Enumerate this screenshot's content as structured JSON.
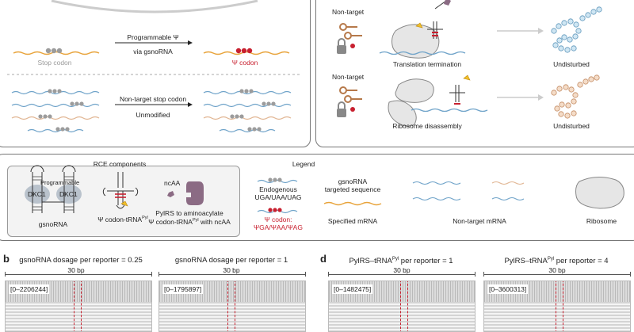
{
  "panel_a": {
    "programmable_label": "Programmable Ψ",
    "via_label": "via gsnoRNA",
    "stop_codon_label": "Stop codon",
    "psi_codon_label": "Ψ codon",
    "nontarget_label": "Non-target stop codon",
    "unmodified_label": "Unmodified"
  },
  "panel_right": {
    "nontarget_top": "Non-target",
    "translation_termination": "Translation termination",
    "undisturbed_top": "Undisturbed",
    "nontarget_bottom": "Non-target",
    "ribosome_disassembly": "Ribosome disassembly",
    "undisturbed_bottom": "Undisturbed"
  },
  "legend": {
    "rce_title": "RCE components",
    "legend_title": "Legend",
    "programmable_small": "Programmable",
    "dkc1_a": "DKC1",
    "dkc1_b": "DKC1",
    "gsnorna_label": "gsnoRNA",
    "psi_trna_label": "Ψ codon-tRNA",
    "psi_trna_sup": "Pyl",
    "ncaa_label": "ncAA",
    "pylrs_line1": "PylRS to aminoacylate",
    "pylrs_line2": "Ψ codon-tRNA",
    "pylrs_sup": "Pyl",
    "pylrs_line2_end": " with ncAA",
    "endog_line1": "Endogenous",
    "endog_line2": "UGA/UAA/UAG",
    "psi_codon_line1": "Ψ codon:",
    "psi_codon_line2": "ΨGA/ΨAA/ΨAG",
    "targeted_line1": "gsnoRNA",
    "targeted_line2": "targeted sequence",
    "specified_mrna": "Specified mRNA",
    "nontarget_mrna": "Non-target mRNA",
    "ribosome": "Ribosome"
  },
  "panel_b": {
    "letter": "b",
    "left_title": "gsnoRNA dosage per reporter = 0.25",
    "right_title": "gsnoRNA dosage per reporter = 1",
    "scale_left": "30 bp",
    "scale_right": "30 bp",
    "range_left": "[0–2206244]",
    "range_right": "[0–1795897]"
  },
  "panel_d": {
    "letter": "d",
    "left_title_pre": "PylRS–tRNA",
    "left_sup": "Pyl",
    "left_title_post": " per reporter = 1",
    "right_title_pre": "PylRS–tRNA",
    "right_sup": "Pyl",
    "right_title_post": " per reporter = 4",
    "scale_left": "30 bp",
    "scale_right": "30 bp",
    "range_left": "[0–1482475]",
    "range_right": "[0–3600313]"
  },
  "colors": {
    "stop_codon": "#9c9c9c",
    "psi_codon": "#c8202f",
    "mrna_orange": "#e8a33a",
    "mrna_blue": "#6fa3c9",
    "peptide_blue": "#8fc1dc",
    "peptide_tan": "#e1b592",
    "ncaa_purple": "#8b6b84"
  }
}
